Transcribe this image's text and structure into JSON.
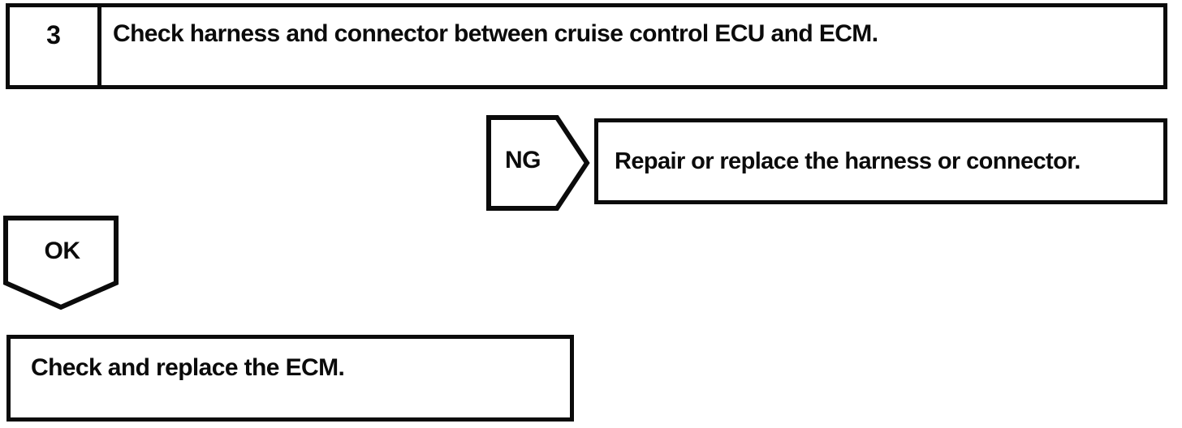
{
  "page": {
    "background_color": "#ffffff",
    "line_color": "#0b0b0b"
  },
  "step": {
    "number": "3",
    "instruction": "Check harness and connector between cruise control ECU and ECM."
  },
  "branches": {
    "ng": {
      "label": "NG",
      "action": "Repair or replace the harness or connector."
    },
    "ok": {
      "label": "OK",
      "action": "Check and replace the ECM."
    }
  }
}
